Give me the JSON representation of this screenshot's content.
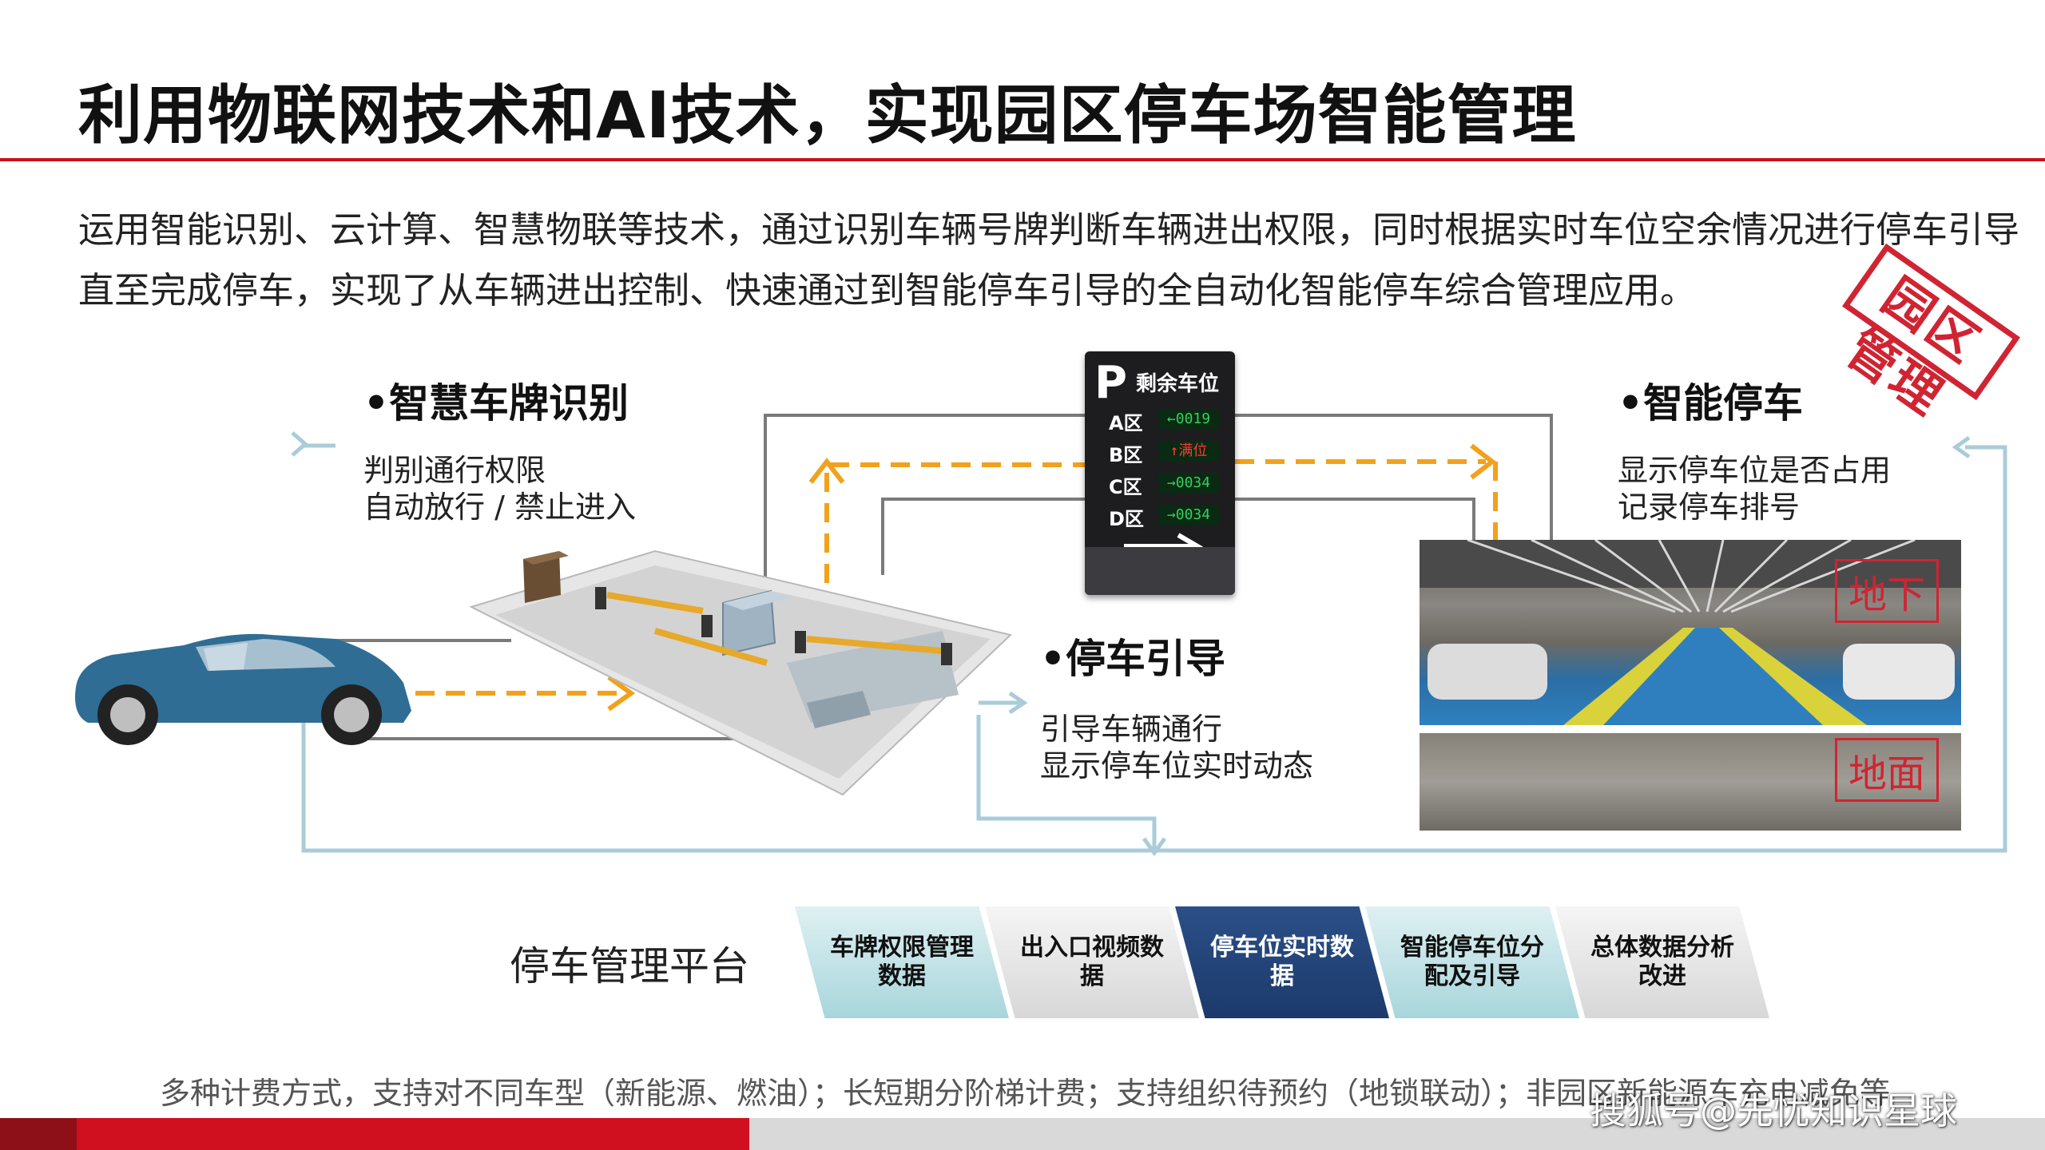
{
  "title": "利用物联网技术和AI技术，实现园区停车场智能管理",
  "intro": {
    "line1": "运用智能识别、云计算、智慧物联等技术，通过识别车辆号牌判断车辆进出权限，同时根据实时车位空余情况进行停车引导",
    "line2": "直至完成停车，实现了从车辆进出控制、快速通过到智能停车引导的全自动化智能停车综合管理应用。"
  },
  "stamp": "园区管理",
  "sections": {
    "plate": {
      "title": "•智慧车牌识别",
      "line1": "判别通行权限",
      "line2": "自动放行 / 禁止进入"
    },
    "guide": {
      "title": "•停车引导",
      "line1": "引导车辆通行",
      "line2": "显示停车位实时动态"
    },
    "parking": {
      "title": "•智能停车",
      "line1": "显示停车位是否占用",
      "line2": "记录停车排号"
    }
  },
  "sign": {
    "p": "P",
    "header": "剩余车位",
    "rows": [
      {
        "zone": "A区",
        "value": "←0019"
      },
      {
        "zone": "B区",
        "value": "↑满位"
      },
      {
        "zone": "C区",
        "value": "→0034"
      },
      {
        "zone": "D区",
        "value": "→0034"
      }
    ]
  },
  "photos": {
    "under_label": "地下",
    "ground_label": "地面"
  },
  "platform": {
    "label": "停车管理平台",
    "steps": [
      {
        "line1": "车牌权限管理",
        "line2": "数据"
      },
      {
        "line1": "出入口视频数",
        "line2": "据"
      },
      {
        "line1": "停车位实时数",
        "line2": "据"
      },
      {
        "line1": "智能停车位分",
        "line2": "配及引导"
      },
      {
        "line1": "总体数据分析",
        "line2": "改进"
      }
    ]
  },
  "footnote": "多种计费方式，支持对不同车型（新能源、燃油）；长短期分阶梯计费；支持组织待预约（地锁联动）；非园区新能源车充电减免等",
  "watermark": "搜狐号@先忧知识星球",
  "colors": {
    "accent_red": "#c8101e",
    "arrow_orange": "#f2a11d",
    "line_blue": "#a9ccd8",
    "dark_navy": "#1c3a6b"
  }
}
